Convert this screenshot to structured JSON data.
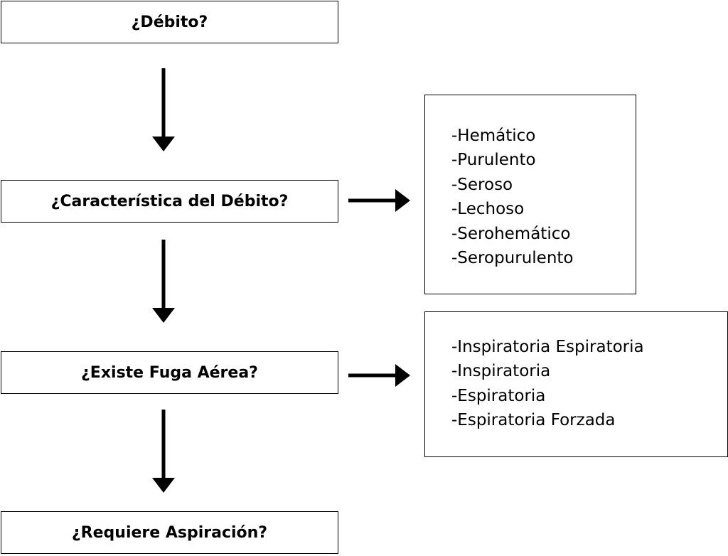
{
  "steps": [
    {
      "label": "¿Débito?"
    },
    {
      "label": "¿Característica del Débito?"
    },
    {
      "label": "¿Existe Fuga Aérea?"
    },
    {
      "label": "¿Requiere Aspiración?"
    }
  ],
  "debito_types": {
    "items": [
      "-Hemático",
      "-Purulento",
      "-Seroso",
      "-Lechoso",
      "-Serohemático",
      "-Seropurulento"
    ]
  },
  "fuga_types": {
    "items": [
      "-Inspiratoria Espiratoria",
      "-Inspiratoria",
      "-Espiratoria",
      "-Espiratoria Forzada"
    ]
  }
}
